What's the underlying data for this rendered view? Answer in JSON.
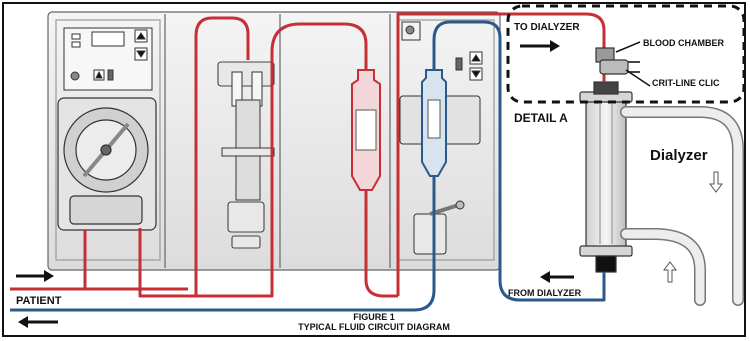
{
  "labels": {
    "to_dialyzer": "TO DIALYZER",
    "blood_chamber": "BLOOD CHAMBER",
    "crit_line_clip": "CRIT-LINE CLIC",
    "detail_a": "DETAIL A",
    "dialyzer": "Dialyzer",
    "patient": "PATIENT",
    "from_dialyzer": "FROM DIALYZER",
    "figure_number": "FIGURE 1",
    "figure_title": "TYPICAL FLUID CIRCUIT DIAGRAM"
  },
  "colors": {
    "arterial_line": "#c62f36",
    "venous_line": "#2a5a8c",
    "machine_outline": "#666666",
    "machine_fill": "#ececec"
  }
}
